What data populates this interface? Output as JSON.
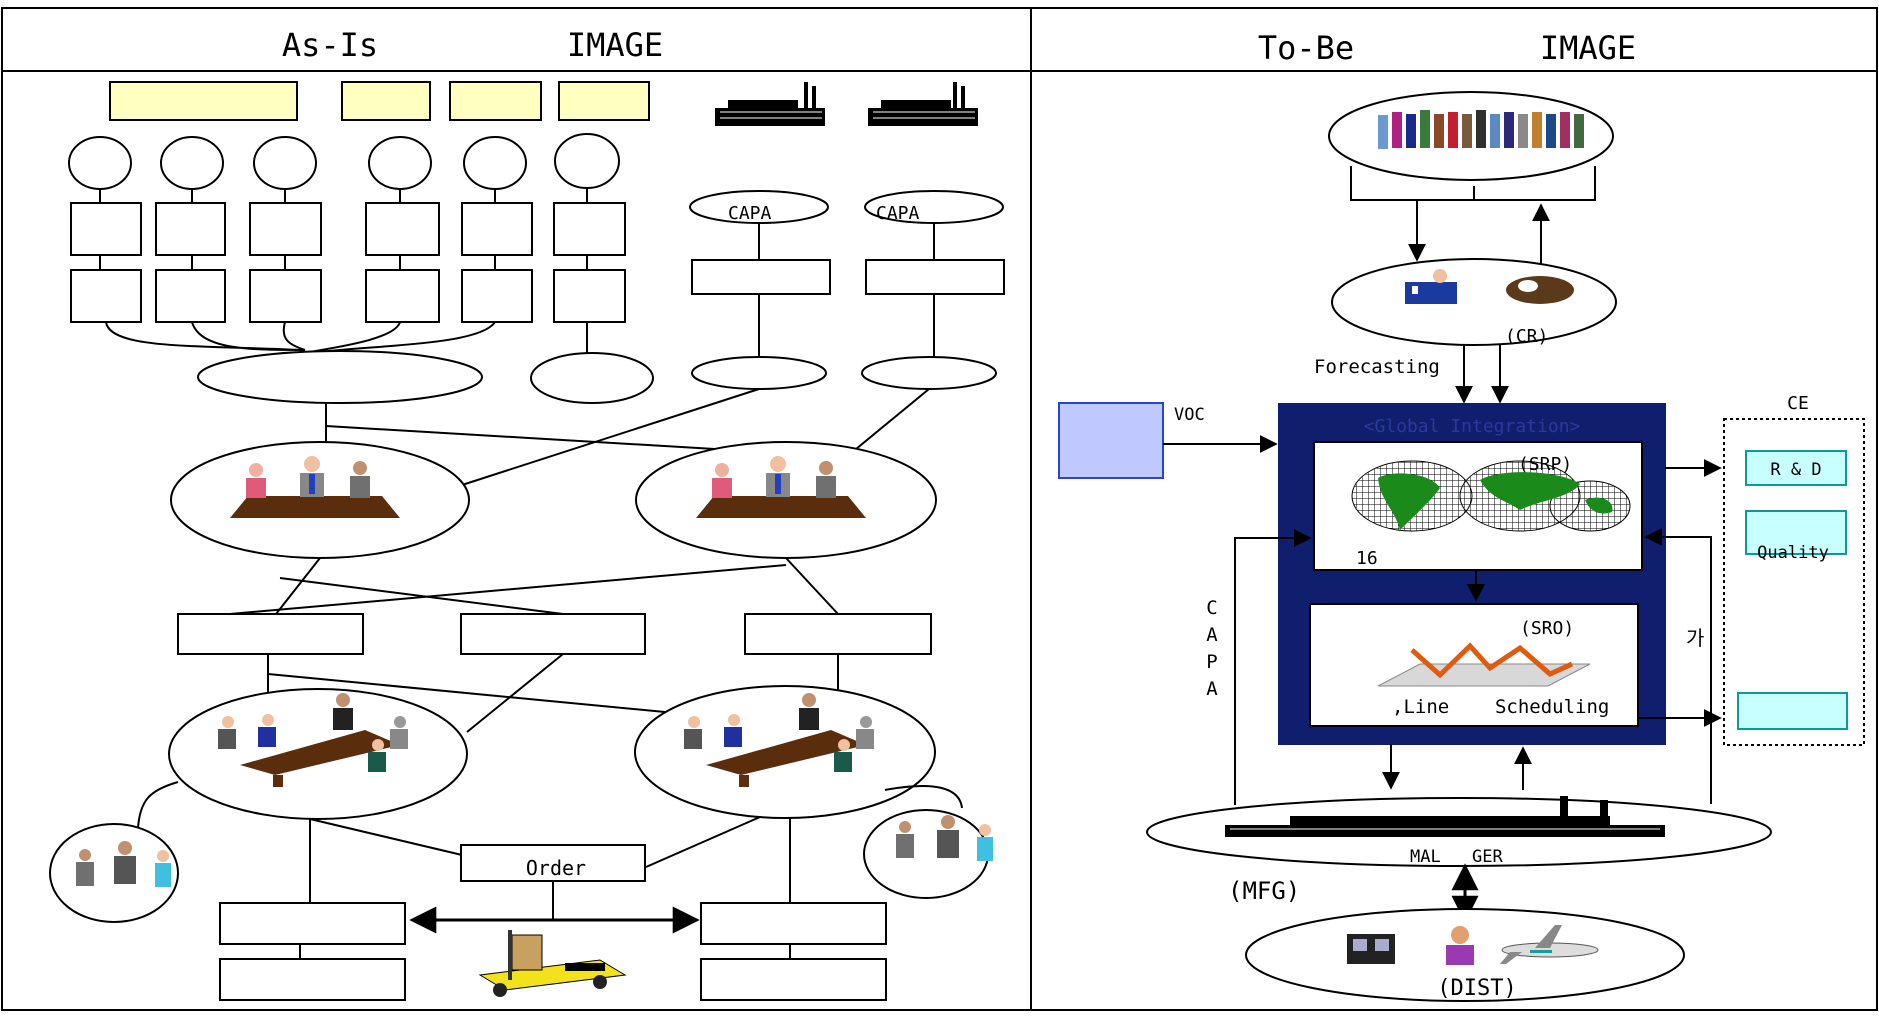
{
  "header": {
    "left_title": "As-Is",
    "left_subtitle": "IMAGE",
    "right_title": "To-Be",
    "right_subtitle": "IMAGE"
  },
  "as_is": {
    "capa_label_1": "CAPA",
    "capa_label_2": "CAPA",
    "order_label": "Order"
  },
  "to_be": {
    "cr_label": "(CR)",
    "forecasting_label": "Forecasting",
    "voc_label": "VOC",
    "global_label": "<Global Integration>",
    "srp_label": "(SRP)",
    "srp_count": "16",
    "sro_label": "(SRO)",
    "sro_caption": ",Line    Scheduling",
    "ce_label": "CE",
    "rd_label": "R & D",
    "quality_label": "Quality",
    "capa_vertical": "CAPA",
    "ga_label": "가",
    "mfg_label": "(MFG)",
    "mal_label": "MAL",
    "ger_label": "GER",
    "dist_label": "(DIST)"
  },
  "colors": {
    "line": "#000000",
    "yellow_box": "#ffffc0",
    "navy_panel": "#0f1f6e",
    "voc_box": "#bfc8ff",
    "cyan_box": "#c8ffff",
    "cyan_border": "#0a9a9a",
    "globe_green": "#1a8a1a",
    "truck_yellow": "#f2e21c"
  }
}
